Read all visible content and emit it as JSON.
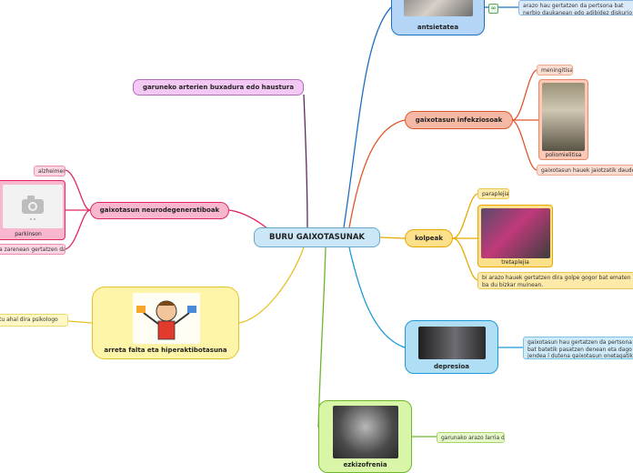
{
  "root": {
    "label": "BURU GAIXOTASUNAK"
  },
  "branches": {
    "arterien": {
      "label": "garuneko arterien buxadura edo haustura",
      "color": "#5b2a5c"
    },
    "antsietatea": {
      "label": "antsietatea",
      "note": "arazo hau gertatzen da pertsona bat nerbio daukanean edo adibidez diskurio bat izatea",
      "color": "#1f6fc0"
    },
    "infekziosoak": {
      "label": "gaixotasun infekziosoak",
      "children": [
        "meningitisa",
        "poliomielitisa",
        "gaixotasun hauek jaiotzatik daude et"
      ],
      "color": "#e0572a"
    },
    "kolpeak": {
      "label": "kolpeak",
      "children": [
        "paraplejia",
        "tretaplejia",
        "bi arazo hauek gertatzen dira golpe gogor bat ematen ba du bizkar muinean."
      ],
      "color": "#e6a800"
    },
    "depresioa": {
      "label": "depresioa",
      "note": "gaixotasun hau gertatzen da pertsona bat batetik pasatzen denean eta dago jendea l dutena gaixotasun onetagatik",
      "color": "#1a9ad6"
    },
    "ezkizofrenia": {
      "label": "ezkizofrenia",
      "note": "garunako arazo larria da",
      "color": "#6db52b"
    },
    "arreta": {
      "label": "arreta falta eta hiperaktibotasuna",
      "note": "tu ahal dira psikologo",
      "color": "#e6c229"
    },
    "neurodegeneratiboak": {
      "label": "gaixotasun neurodegeneratiboak",
      "children": [
        "alzheimer",
        "parkinson",
        "a zarenean gertatzen da"
      ],
      "color": "#e0285f"
    }
  },
  "icons": [
    "link-icon",
    "camera-placeholder-icon"
  ]
}
